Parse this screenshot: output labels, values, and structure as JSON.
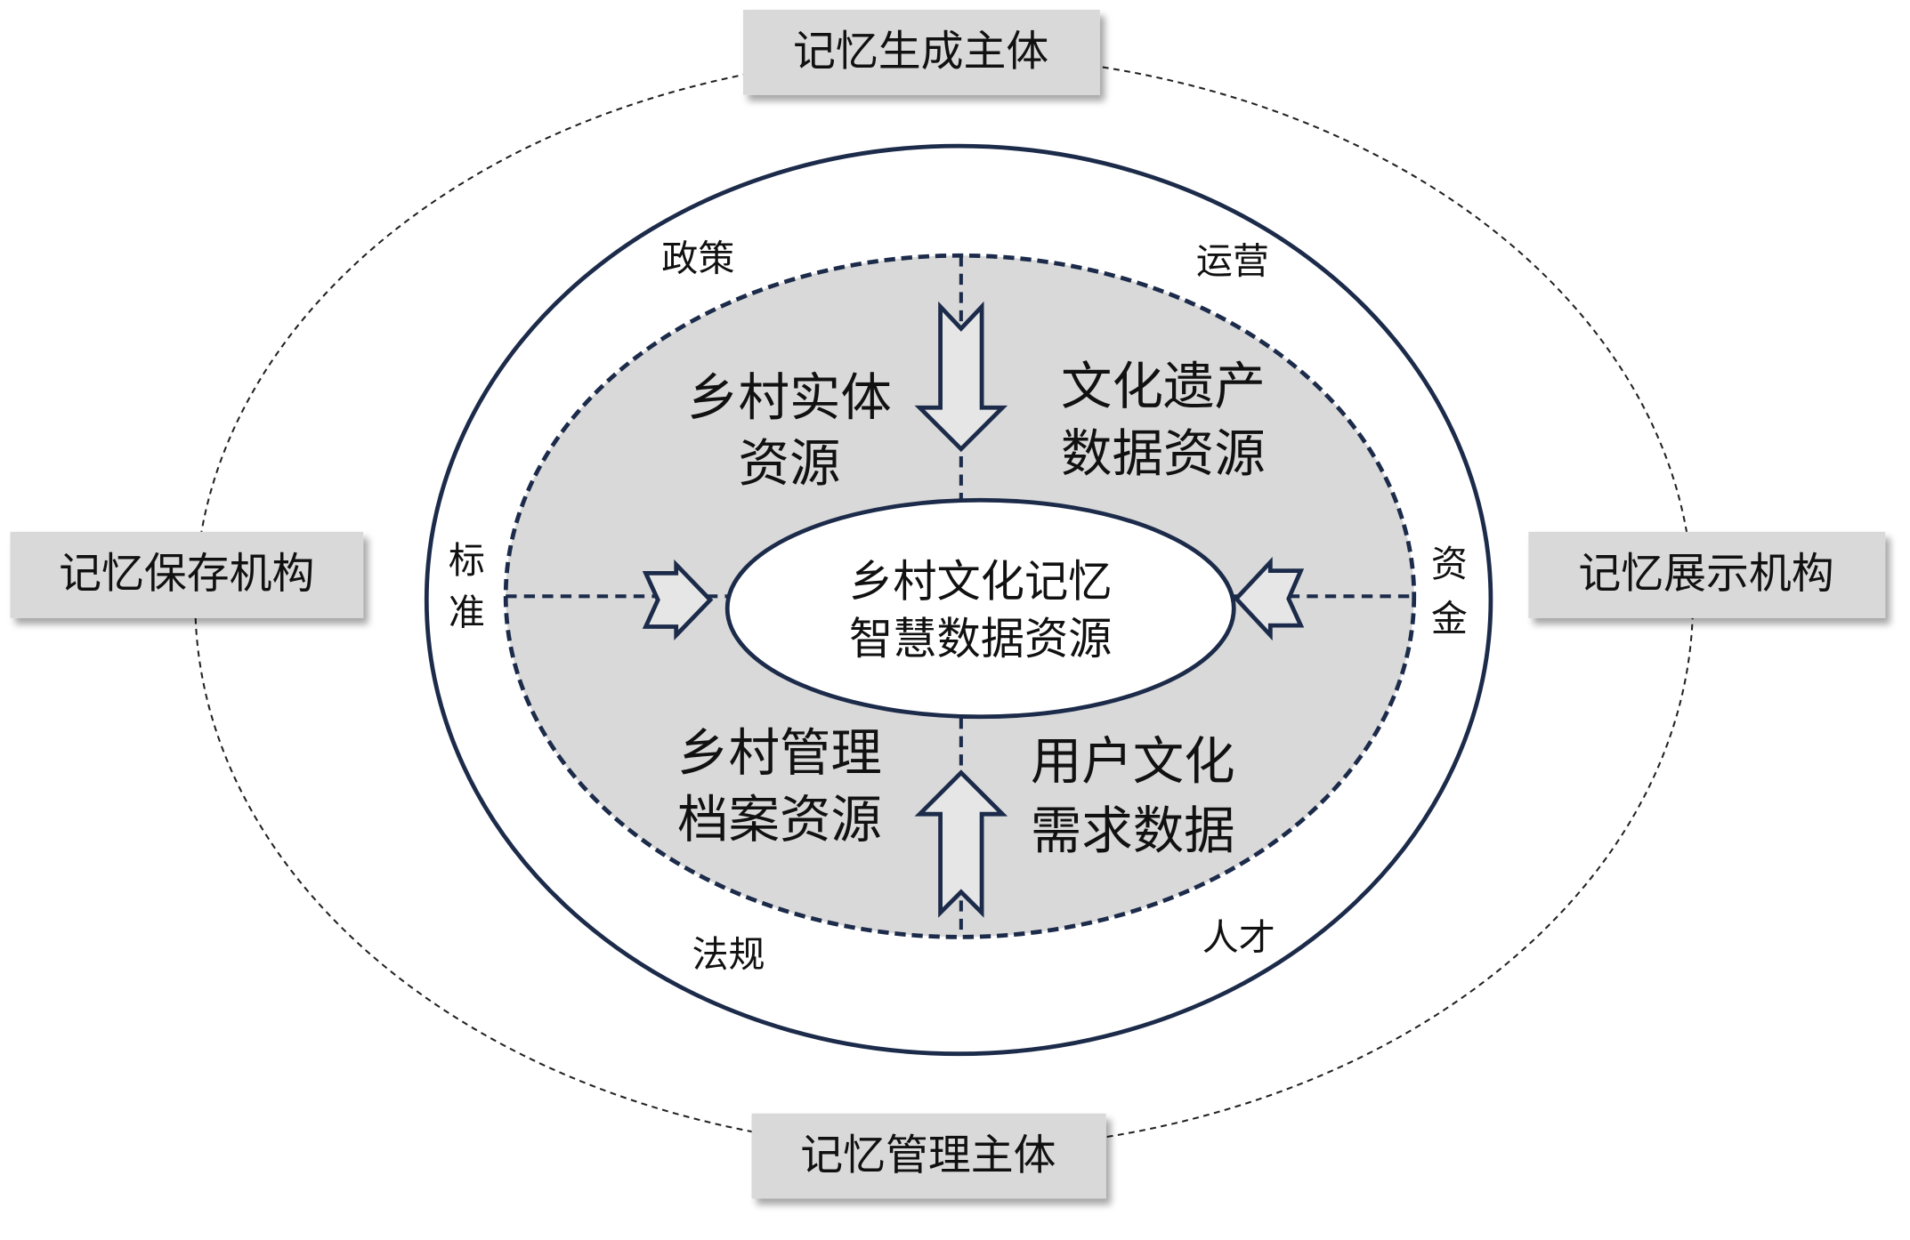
{
  "colors": {
    "navy": "#1c2b4a",
    "gray_fill": "#d9d9d9",
    "box_fill": "#d9d9d9",
    "arrow_fill": "#e6e6e6"
  },
  "boxes": {
    "top": "记忆生成主体",
    "left": "记忆保存机构",
    "right": "记忆展示机构",
    "bottom": "记忆管理主体"
  },
  "factors": {
    "top_left": "政策",
    "top_right": "运营",
    "left": [
      "标",
      "准"
    ],
    "right": [
      "资",
      "金"
    ],
    "bottom_left": "法规",
    "bottom_right": "人才"
  },
  "quadrants": {
    "top_left": [
      "乡村实体",
      "资源"
    ],
    "top_right": [
      "文化遗产",
      "数据资源"
    ],
    "bottom_left": [
      "乡村管理",
      "档案资源"
    ],
    "bottom_right": [
      "用户文化",
      "需求数据"
    ]
  },
  "core": [
    "乡村文化记忆",
    "智慧数据资源"
  ]
}
